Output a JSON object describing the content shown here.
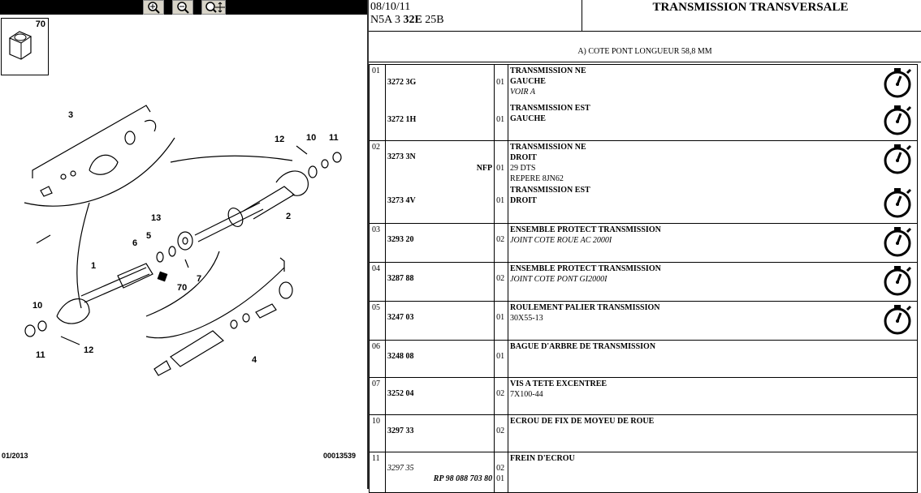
{
  "diagram": {
    "thumb_number": "70",
    "footer_date": "01/2013",
    "footer_code": "00013539",
    "callouts": [
      "3",
      "12",
      "10",
      "11",
      "13",
      "2",
      "5",
      "6",
      "1",
      "7",
      "70",
      "10",
      "11",
      "12",
      "4"
    ]
  },
  "header": {
    "date": "08/10/11",
    "code_pre": "N5A 3 ",
    "code_bold": "32E",
    "code_post": " 25B",
    "title": "TRANSMISSION TRANSVERSALE"
  },
  "note": "A) COTE PONT LONGUEUR 58,8 MM",
  "rows": [
    {
      "num": "01",
      "refs": [
        "3272 3G",
        "3272 1H"
      ],
      "qtys": [
        "01",
        "01"
      ],
      "desc": [
        [
          "TRANSMISSION NE",
          "GAUCHE",
          "VOIR A"
        ],
        [
          "TRANSMISSION EST",
          "GAUCHE"
        ]
      ]
    },
    {
      "num": "02",
      "refs": [
        "3273 3N",
        "3273 4V"
      ],
      "nfp": "NFP",
      "qtys": [
        "01",
        "01"
      ],
      "desc": [
        [
          "TRANSMISSION NE",
          "DROIT",
          "29 DTS",
          "REPERE 8JN62"
        ],
        [
          "TRANSMISSION EST",
          "DROIT"
        ]
      ]
    },
    {
      "num": "03",
      "refs": [
        "3293 20"
      ],
      "qtys": [
        "02"
      ],
      "desc": [
        [
          "ENSEMBLE PROTECT TRANSMISSION",
          "JOINT COTE ROUE AC 2000I"
        ]
      ]
    },
    {
      "num": "04",
      "refs": [
        "3287 88"
      ],
      "qtys": [
        "02"
      ],
      "desc": [
        [
          "ENSEMBLE PROTECT TRANSMISSION",
          "JOINT COTE PONT GI2000I"
        ]
      ]
    },
    {
      "num": "05",
      "refs": [
        "3247 03"
      ],
      "qtys": [
        "01"
      ],
      "desc": [
        [
          "ROULEMENT PALIER TRANSMISSION",
          "30X55-13"
        ]
      ]
    },
    {
      "num": "06",
      "refs": [
        "3248 08"
      ],
      "qtys": [
        "01"
      ],
      "desc": [
        [
          "BAGUE D'ARBRE DE TRANSMISSION"
        ]
      ]
    },
    {
      "num": "07",
      "refs": [
        "3252 04"
      ],
      "qtys": [
        "02"
      ],
      "desc": [
        [
          "VIS A TETE EXCENTREE",
          "7X100-44"
        ]
      ]
    },
    {
      "num": "10",
      "refs": [
        "3297 33"
      ],
      "qtys": [
        "02"
      ],
      "desc": [
        [
          "ECROU DE FIX DE MOYEU DE ROUE"
        ]
      ]
    },
    {
      "num": "11",
      "refs": [
        "3297 35",
        "RP 98 088 703 80"
      ],
      "qtys": [
        "02",
        "01"
      ],
      "desc": [
        [
          "FREIN D'ECROU"
        ]
      ]
    }
  ],
  "icons": {
    "labour_time": "stopwatch-icon"
  }
}
